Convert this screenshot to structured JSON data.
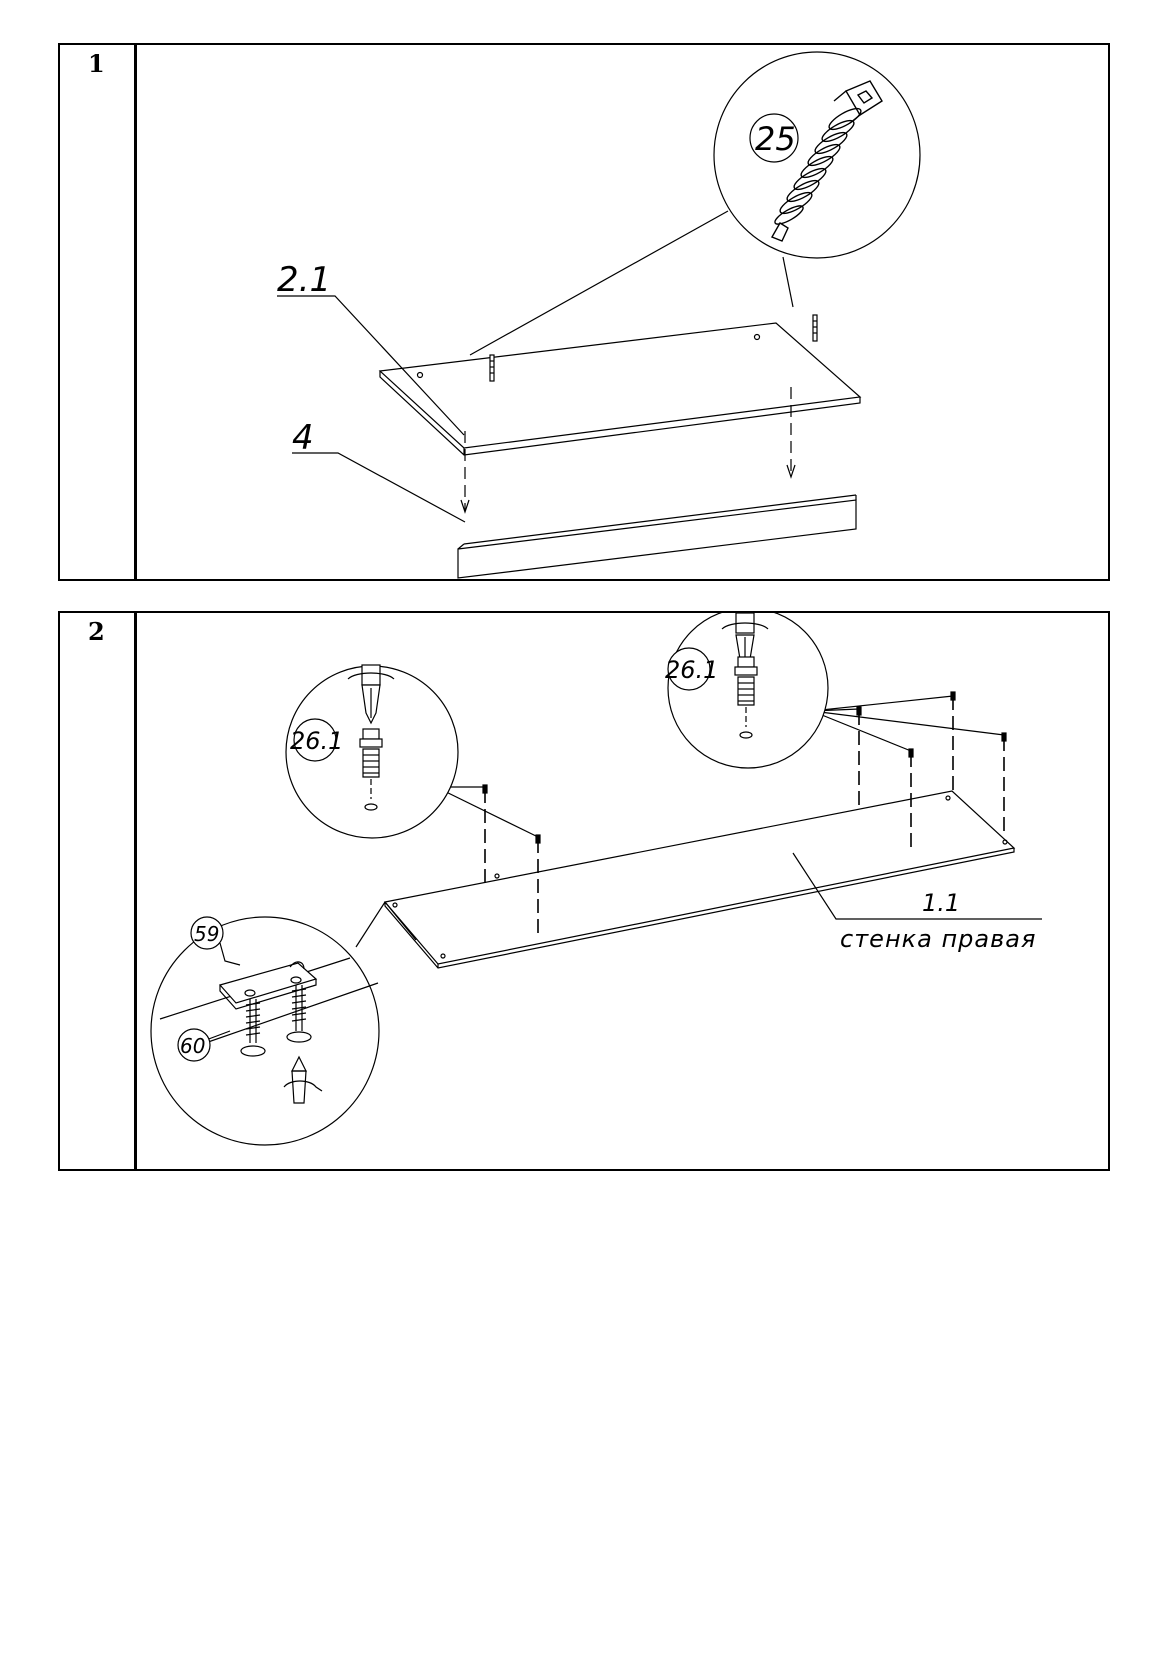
{
  "steps": [
    {
      "number": "1",
      "labels": {
        "panel": "2.1",
        "plinth": "4",
        "part_callout": "25"
      }
    },
    {
      "number": "2",
      "labels": {
        "callout_left": "26.1",
        "callout_right": "26.1",
        "bracket": "59",
        "screw": "60",
        "panel_number": "1.1",
        "panel_name": "стенка правая"
      }
    }
  ]
}
